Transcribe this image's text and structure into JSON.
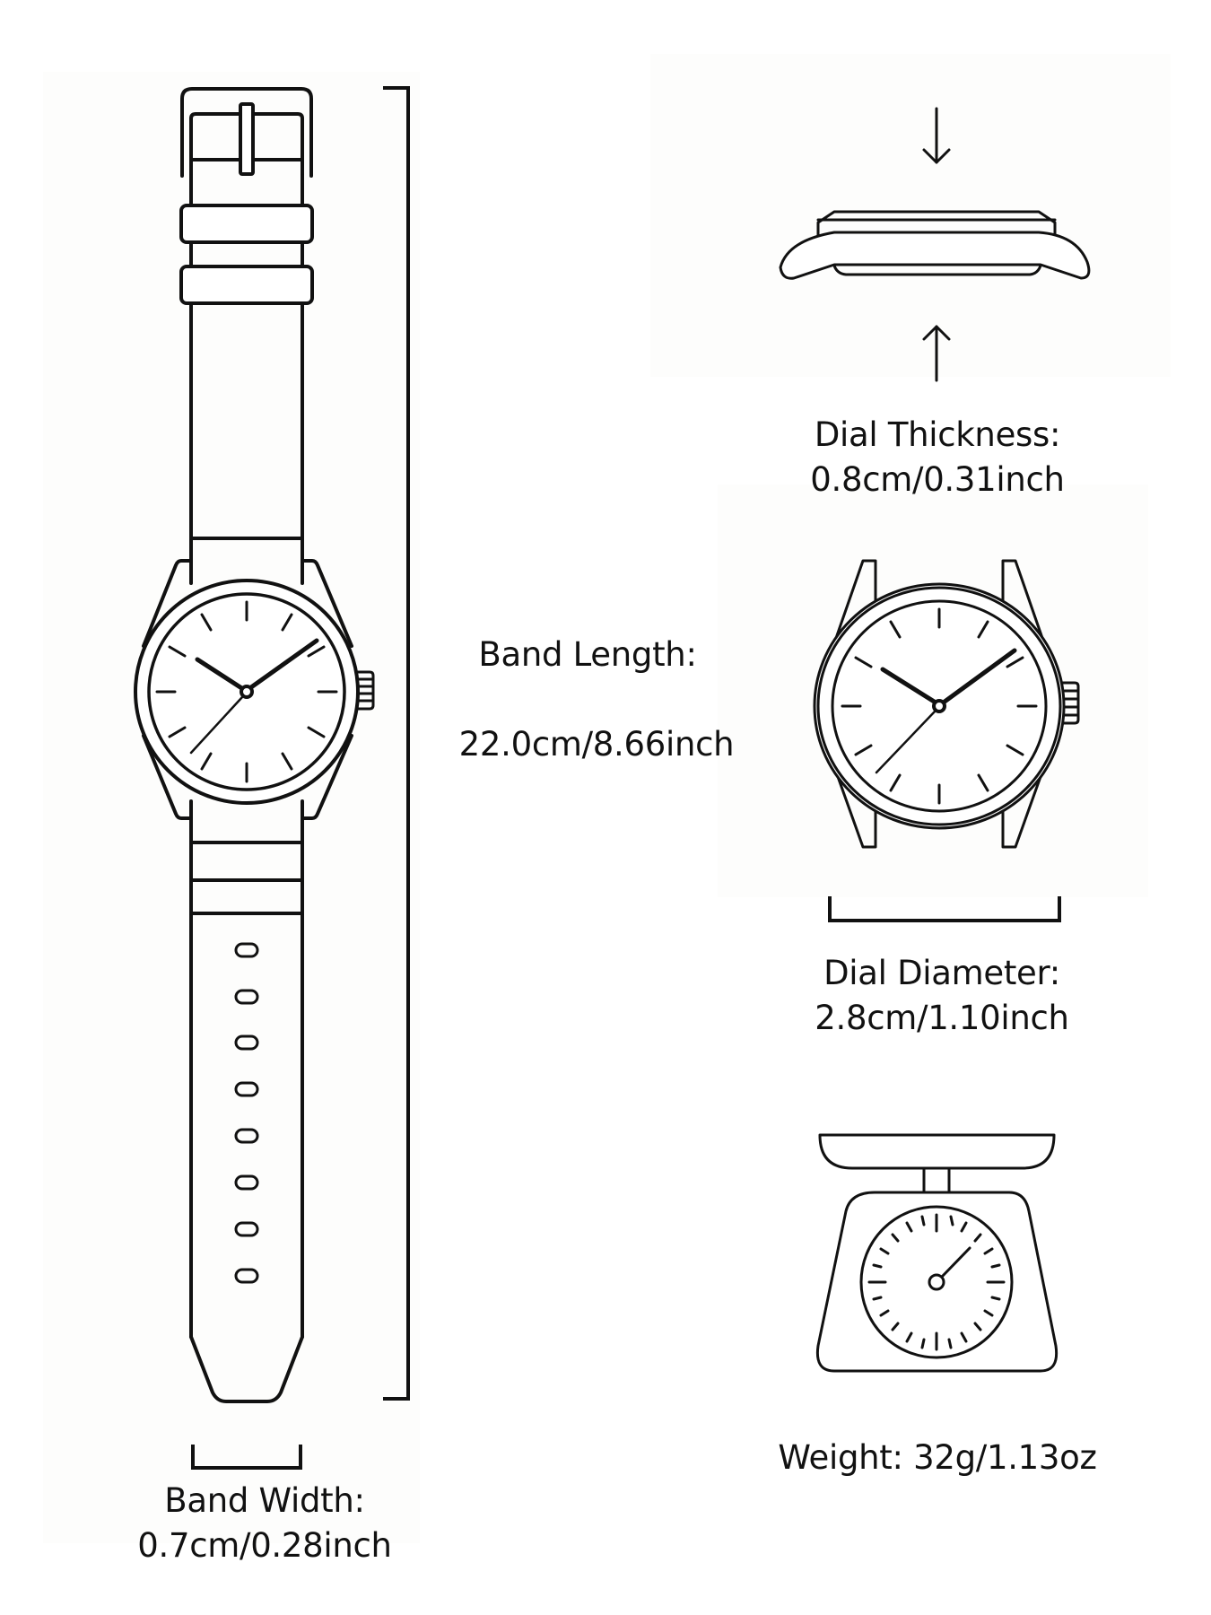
{
  "band_length": {
    "title": "Band Length:",
    "value": "22.0cm/8.66inch"
  },
  "band_width": {
    "title": "Band Width:",
    "value": "0.7cm/0.28inch"
  },
  "dial_thickness": {
    "title": "Dial Thickness:",
    "value": "0.8cm/0.31inch"
  },
  "dial_diameter": {
    "title": "Dial Diameter:",
    "value": "2.8cm/1.10inch"
  },
  "weight": {
    "title": "Weight:",
    "value": "32g/1.13oz",
    "full": "Weight: 32g/1.13oz"
  },
  "colors": {
    "line": "#111111",
    "background": "#ffffff"
  },
  "icons": [
    "watch-front-full-icon",
    "watch-side-profile-icon",
    "watch-head-icon",
    "kitchen-scale-icon",
    "arrow-down-icon",
    "arrow-up-icon",
    "dimension-bracket-icon"
  ]
}
